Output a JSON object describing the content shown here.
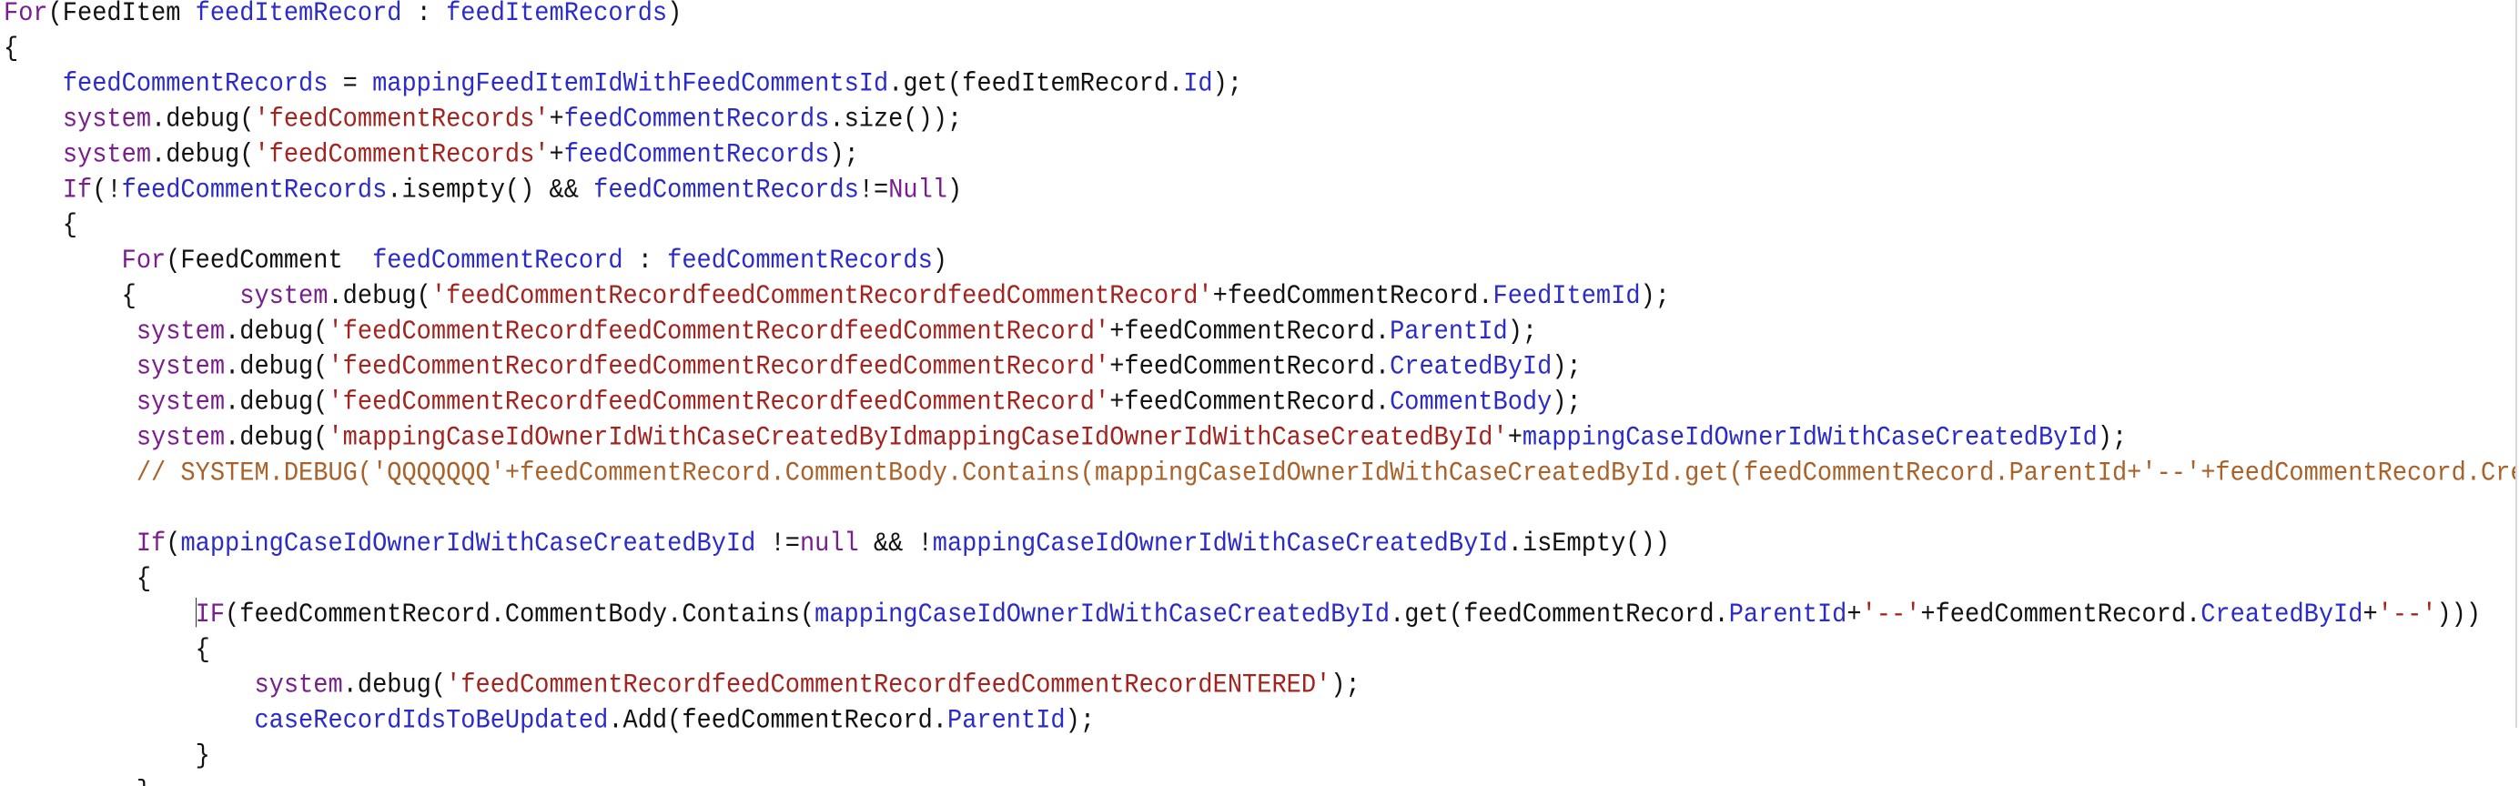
{
  "colors": {
    "keyword": "#7A1E8E",
    "identifier": "#2B2BC9",
    "string": "#A3231F",
    "comment": "#A8622A",
    "plain": "#111111"
  },
  "code": {
    "lines": [
      {
        "tokens": [
          {
            "k": "kw",
            "t": "For"
          },
          {
            "k": "p",
            "t": "(FeedItem "
          },
          {
            "k": "id",
            "t": "feedItemRecord"
          },
          {
            "k": "p",
            "t": " : "
          },
          {
            "k": "id",
            "t": "feedItemRecords"
          },
          {
            "k": "p",
            "t": ")"
          }
        ]
      },
      {
        "tokens": [
          {
            "k": "p",
            "t": "{"
          }
        ]
      },
      {
        "tokens": [
          {
            "k": "p",
            "t": "    "
          },
          {
            "k": "id",
            "t": "feedCommentRecords"
          },
          {
            "k": "p",
            "t": " = "
          },
          {
            "k": "id",
            "t": "mappingFeedItemIdWithFeedCommentsId"
          },
          {
            "k": "p",
            "t": ".get(feedItemRecord."
          },
          {
            "k": "id",
            "t": "Id"
          },
          {
            "k": "p",
            "t": ");"
          }
        ]
      },
      {
        "tokens": [
          {
            "k": "p",
            "t": "    "
          },
          {
            "k": "kw",
            "t": "system"
          },
          {
            "k": "p",
            "t": ".debug("
          },
          {
            "k": "str",
            "t": "'feedCommentRecords'"
          },
          {
            "k": "p",
            "t": "+"
          },
          {
            "k": "id",
            "t": "feedCommentRecords"
          },
          {
            "k": "p",
            "t": ".size());"
          }
        ]
      },
      {
        "tokens": [
          {
            "k": "p",
            "t": "    "
          },
          {
            "k": "kw",
            "t": "system"
          },
          {
            "k": "p",
            "t": ".debug("
          },
          {
            "k": "str",
            "t": "'feedCommentRecords'"
          },
          {
            "k": "p",
            "t": "+"
          },
          {
            "k": "id",
            "t": "feedCommentRecords"
          },
          {
            "k": "p",
            "t": ");"
          }
        ]
      },
      {
        "tokens": [
          {
            "k": "p",
            "t": "    "
          },
          {
            "k": "kw",
            "t": "If"
          },
          {
            "k": "p",
            "t": "(!"
          },
          {
            "k": "id",
            "t": "feedCommentRecords"
          },
          {
            "k": "p",
            "t": ".isempty() && "
          },
          {
            "k": "id",
            "t": "feedCommentRecords"
          },
          {
            "k": "p",
            "t": "!="
          },
          {
            "k": "kw",
            "t": "Null"
          },
          {
            "k": "p",
            "t": ")"
          }
        ]
      },
      {
        "tokens": [
          {
            "k": "p",
            "t": "    {"
          }
        ]
      },
      {
        "tokens": [
          {
            "k": "p",
            "t": "        "
          },
          {
            "k": "kw",
            "t": "For"
          },
          {
            "k": "p",
            "t": "(FeedComment  "
          },
          {
            "k": "id",
            "t": "feedCommentRecord"
          },
          {
            "k": "p",
            "t": " : "
          },
          {
            "k": "id",
            "t": "feedCommentRecords"
          },
          {
            "k": "p",
            "t": ")"
          }
        ]
      },
      {
        "tokens": [
          {
            "k": "p",
            "t": "        {       "
          },
          {
            "k": "kw",
            "t": "system"
          },
          {
            "k": "p",
            "t": ".debug("
          },
          {
            "k": "str",
            "t": "'feedCommentRecordfeedCommentRecordfeedCommentRecord'"
          },
          {
            "k": "p",
            "t": "+feedCommentRecord."
          },
          {
            "k": "id",
            "t": "FeedItemId"
          },
          {
            "k": "p",
            "t": ");"
          }
        ]
      },
      {
        "tokens": [
          {
            "k": "p",
            "t": "         "
          },
          {
            "k": "kw",
            "t": "system"
          },
          {
            "k": "p",
            "t": ".debug("
          },
          {
            "k": "str",
            "t": "'feedCommentRecordfeedCommentRecordfeedCommentRecord'"
          },
          {
            "k": "p",
            "t": "+feedCommentRecord."
          },
          {
            "k": "id",
            "t": "ParentId"
          },
          {
            "k": "p",
            "t": ");"
          }
        ]
      },
      {
        "tokens": [
          {
            "k": "p",
            "t": "         "
          },
          {
            "k": "kw",
            "t": "system"
          },
          {
            "k": "p",
            "t": ".debug("
          },
          {
            "k": "str",
            "t": "'feedCommentRecordfeedCommentRecordfeedCommentRecord'"
          },
          {
            "k": "p",
            "t": "+feedCommentRecord."
          },
          {
            "k": "id",
            "t": "CreatedById"
          },
          {
            "k": "p",
            "t": ");"
          }
        ]
      },
      {
        "tokens": [
          {
            "k": "p",
            "t": "         "
          },
          {
            "k": "kw",
            "t": "system"
          },
          {
            "k": "p",
            "t": ".debug("
          },
          {
            "k": "str",
            "t": "'feedCommentRecordfeedCommentRecordfeedCommentRecord'"
          },
          {
            "k": "p",
            "t": "+feedCommentRecord."
          },
          {
            "k": "id",
            "t": "CommentBody"
          },
          {
            "k": "p",
            "t": ");"
          }
        ]
      },
      {
        "tokens": [
          {
            "k": "p",
            "t": "         "
          },
          {
            "k": "kw",
            "t": "system"
          },
          {
            "k": "p",
            "t": ".debug("
          },
          {
            "k": "str",
            "t": "'mappingCaseIdOwnerIdWithCaseCreatedByIdmappingCaseIdOwnerIdWithCaseCreatedById'"
          },
          {
            "k": "p",
            "t": "+"
          },
          {
            "k": "id",
            "t": "mappingCaseIdOwnerIdWithCaseCreatedById"
          },
          {
            "k": "p",
            "t": ");"
          }
        ]
      },
      {
        "tokens": [
          {
            "k": "p",
            "t": "         "
          },
          {
            "k": "cm",
            "t": "// SYSTEM.DEBUG('QQQQQQQ'+feedCommentRecord.CommentBody.Contains(mappingCaseIdOwnerIdWithCaseCreatedById.get(feedCommentRecord.ParentId+'--'+feedCommentRecord.Cre"
          }
        ]
      },
      {
        "tokens": [
          {
            "k": "p",
            "t": " "
          }
        ]
      },
      {
        "tokens": [
          {
            "k": "p",
            "t": "         "
          },
          {
            "k": "kw",
            "t": "If"
          },
          {
            "k": "p",
            "t": "("
          },
          {
            "k": "id",
            "t": "mappingCaseIdOwnerIdWithCaseCreatedById"
          },
          {
            "k": "p",
            "t": " !="
          },
          {
            "k": "kw",
            "t": "null"
          },
          {
            "k": "p",
            "t": " && !"
          },
          {
            "k": "id",
            "t": "mappingCaseIdOwnerIdWithCaseCreatedById"
          },
          {
            "k": "p",
            "t": ".isEmpty())"
          }
        ]
      },
      {
        "tokens": [
          {
            "k": "p",
            "t": "         {"
          }
        ]
      },
      {
        "caret": true,
        "tokens": [
          {
            "k": "p",
            "t": "             "
          },
          {
            "k": "caret",
            "t": ""
          },
          {
            "k": "kw",
            "t": "IF"
          },
          {
            "k": "p",
            "t": "(feedCommentRecord.CommentBody.Contains("
          },
          {
            "k": "id",
            "t": "mappingCaseIdOwnerIdWithCaseCreatedById"
          },
          {
            "k": "p",
            "t": ".get(feedCommentRecord."
          },
          {
            "k": "id",
            "t": "ParentId"
          },
          {
            "k": "p",
            "t": "+"
          },
          {
            "k": "str",
            "t": "'--'"
          },
          {
            "k": "p",
            "t": "+feedCommentRecord."
          },
          {
            "k": "id",
            "t": "CreatedById"
          },
          {
            "k": "p",
            "t": "+"
          },
          {
            "k": "str",
            "t": "'--'"
          },
          {
            "k": "p",
            "t": ")))"
          }
        ]
      },
      {
        "tokens": [
          {
            "k": "p",
            "t": "             {"
          }
        ]
      },
      {
        "tokens": [
          {
            "k": "p",
            "t": "                 "
          },
          {
            "k": "kw",
            "t": "system"
          },
          {
            "k": "p",
            "t": ".debug("
          },
          {
            "k": "str",
            "t": "'feedCommentRecordfeedCommentRecordfeedCommentRecordENTERED'"
          },
          {
            "k": "p",
            "t": ");"
          }
        ]
      },
      {
        "tokens": [
          {
            "k": "p",
            "t": "                 "
          },
          {
            "k": "id",
            "t": "caseRecordIdsToBeUpdated"
          },
          {
            "k": "p",
            "t": ".Add(feedCommentRecord."
          },
          {
            "k": "id",
            "t": "ParentId"
          },
          {
            "k": "p",
            "t": ");"
          }
        ]
      },
      {
        "tokens": [
          {
            "k": "p",
            "t": "             }"
          }
        ]
      },
      {
        "tokens": [
          {
            "k": "p",
            "t": "         }"
          }
        ]
      }
    ]
  }
}
